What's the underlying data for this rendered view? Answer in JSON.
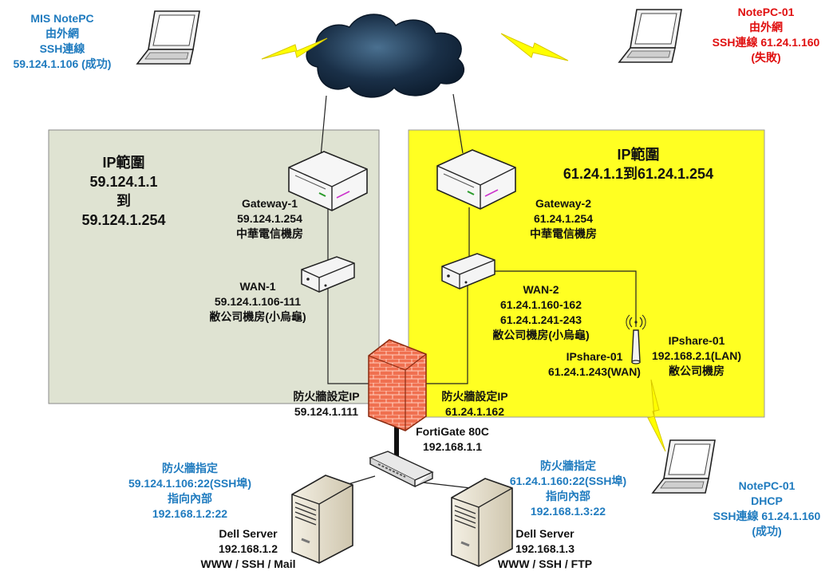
{
  "colors": {
    "left_zone": "#dfe3d2",
    "right_zone": "#ffff22",
    "cloud": "#1a3048",
    "lightning": "#ffff00",
    "firewall": "#f07050",
    "blue_text": "#1f7bbf",
    "red_text": "#e01010"
  },
  "icons": {
    "laptops": "laptop-icon",
    "routers": "router-icon",
    "modems": "modem-icon",
    "firewall": "firewall-icon",
    "switch": "switch-icon",
    "servers": "server-icon",
    "cloud": "cloud-icon",
    "ap": "wireless-ap-icon"
  },
  "mis_notepc": {
    "lines": [
      "MIS NotePC",
      "由外網",
      "SSH連線",
      "59.124.1.106 (成功)"
    ]
  },
  "notepc_fail": {
    "lines": [
      "NotePC-01",
      "由外網",
      "SSH連線 61.24.1.160",
      "(失敗)"
    ]
  },
  "left_zone": {
    "lines": [
      "IP範圍",
      "59.124.1.1",
      "到",
      "59.124.1.254"
    ]
  },
  "right_zone": {
    "lines": [
      "IP範圍",
      "61.24.1.1到61.24.1.254"
    ]
  },
  "gateway1": {
    "lines": [
      "Gateway-1",
      "59.124.1.254",
      "中華電信機房"
    ]
  },
  "gateway2": {
    "lines": [
      "Gateway-2",
      "61.24.1.254",
      "中華電信機房"
    ]
  },
  "wan1": {
    "lines": [
      "WAN-1",
      "59.124.1.106-111",
      "敝公司機房(小烏龜)"
    ]
  },
  "wan2": {
    "lines": [
      "WAN-2",
      "61.24.1.160-162",
      "61.24.1.241-243",
      "敝公司機房(小烏龜)"
    ]
  },
  "ipshare_wan": {
    "lines": [
      "IPshare-01",
      "61.24.1.243(WAN)"
    ]
  },
  "ipshare_lan": {
    "lines": [
      "IPshare-01",
      "192.168.2.1(LAN)",
      "敝公司機房"
    ]
  },
  "fw_left": {
    "lines": [
      "防火牆設定IP",
      "59.124.1.111"
    ]
  },
  "fw_right": {
    "lines": [
      "防火牆設定IP",
      "61.24.1.162"
    ]
  },
  "fortigate": {
    "lines": [
      "FortiGate 80C",
      "192.168.1.1"
    ]
  },
  "rule_left": {
    "lines": [
      "防火牆指定",
      "59.124.1.106:22(SSH埠)",
      "指向內部",
      "192.168.1.2:22"
    ]
  },
  "rule_right": {
    "lines": [
      "防火牆指定",
      "61.24.1.160:22(SSH埠)",
      "指向內部",
      "192.168.1.3:22"
    ]
  },
  "server1": {
    "lines": [
      "Dell Server",
      "192.168.1.2",
      "WWW / SSH / Mail"
    ]
  },
  "server2": {
    "lines": [
      "Dell Server",
      "192.168.1.3",
      "WWW / SSH / FTP"
    ]
  },
  "notepc_dhcp": {
    "lines": [
      "NotePC-01",
      "DHCP",
      "SSH連線 61.24.1.160",
      "(成功)"
    ]
  }
}
